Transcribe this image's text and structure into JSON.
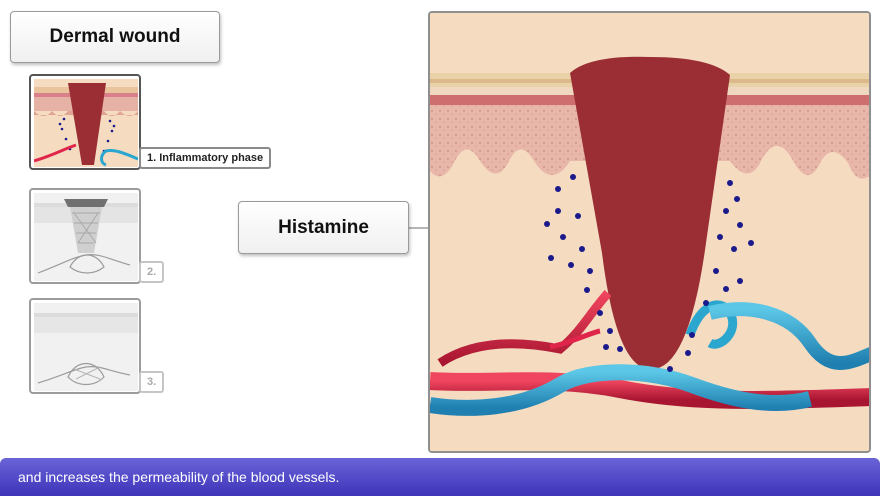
{
  "title": "Dermal wound",
  "steps": [
    {
      "label": "1. Inflammatory phase",
      "active": true
    },
    {
      "label": "2.",
      "active": false
    },
    {
      "label": "3.",
      "active": false
    }
  ],
  "callout": "Histamine",
  "caption": "and increases the permeability of the blood vessels.",
  "colors": {
    "wound": "#9a2e34",
    "artery": "#e0254a",
    "vein": "#2aa6cf",
    "histamine": "#1a1a8c",
    "tissue": "#f5dcc1",
    "caption_bar": "#4b43c8"
  }
}
